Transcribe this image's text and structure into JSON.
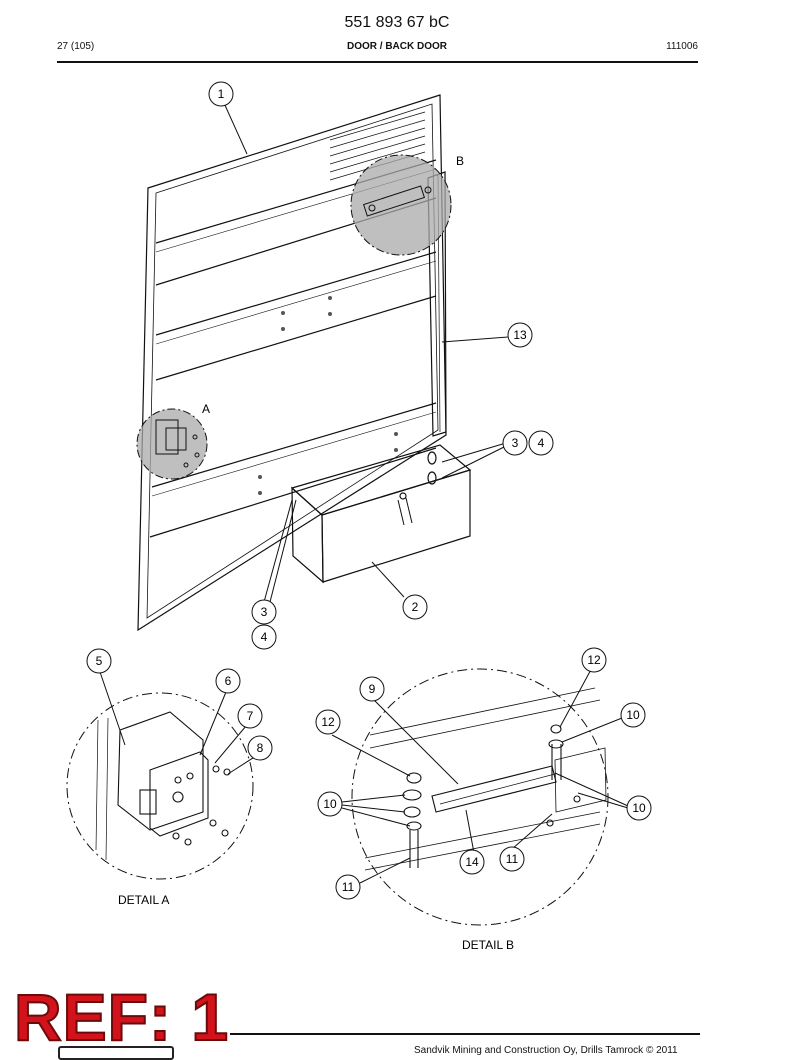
{
  "header": {
    "doc_number": "551 893 67 bC",
    "page": "27 (105)",
    "section_title": "DOOR / BACK DOOR",
    "code": "111006"
  },
  "callouts": {
    "c1": "1",
    "c2": "2",
    "c3a": "3",
    "c4a": "4",
    "c3b": "3",
    "c4b": "4",
    "c13": "13",
    "c5": "5",
    "c6": "6",
    "c7": "7",
    "c8": "8",
    "c9": "9",
    "c12a": "12",
    "c12b": "12",
    "c10a": "10",
    "c10b": "10",
    "c10c": "10",
    "c11a": "11",
    "c11b": "11",
    "c14": "14"
  },
  "labels": {
    "detail_a_marker": "A",
    "detail_b_marker": "B",
    "detail_a_caption": "DETAIL A",
    "detail_b_caption": "DETAIL B"
  },
  "footer": {
    "copyright": "Sandvik Mining and Construction Oy, Drills Tamrock © 2011",
    "ref_stamp": "REF: 1"
  },
  "colors": {
    "ref_stamp": "#d3131b",
    "detail_highlight": "#a9a9a9",
    "line": "#111111"
  }
}
